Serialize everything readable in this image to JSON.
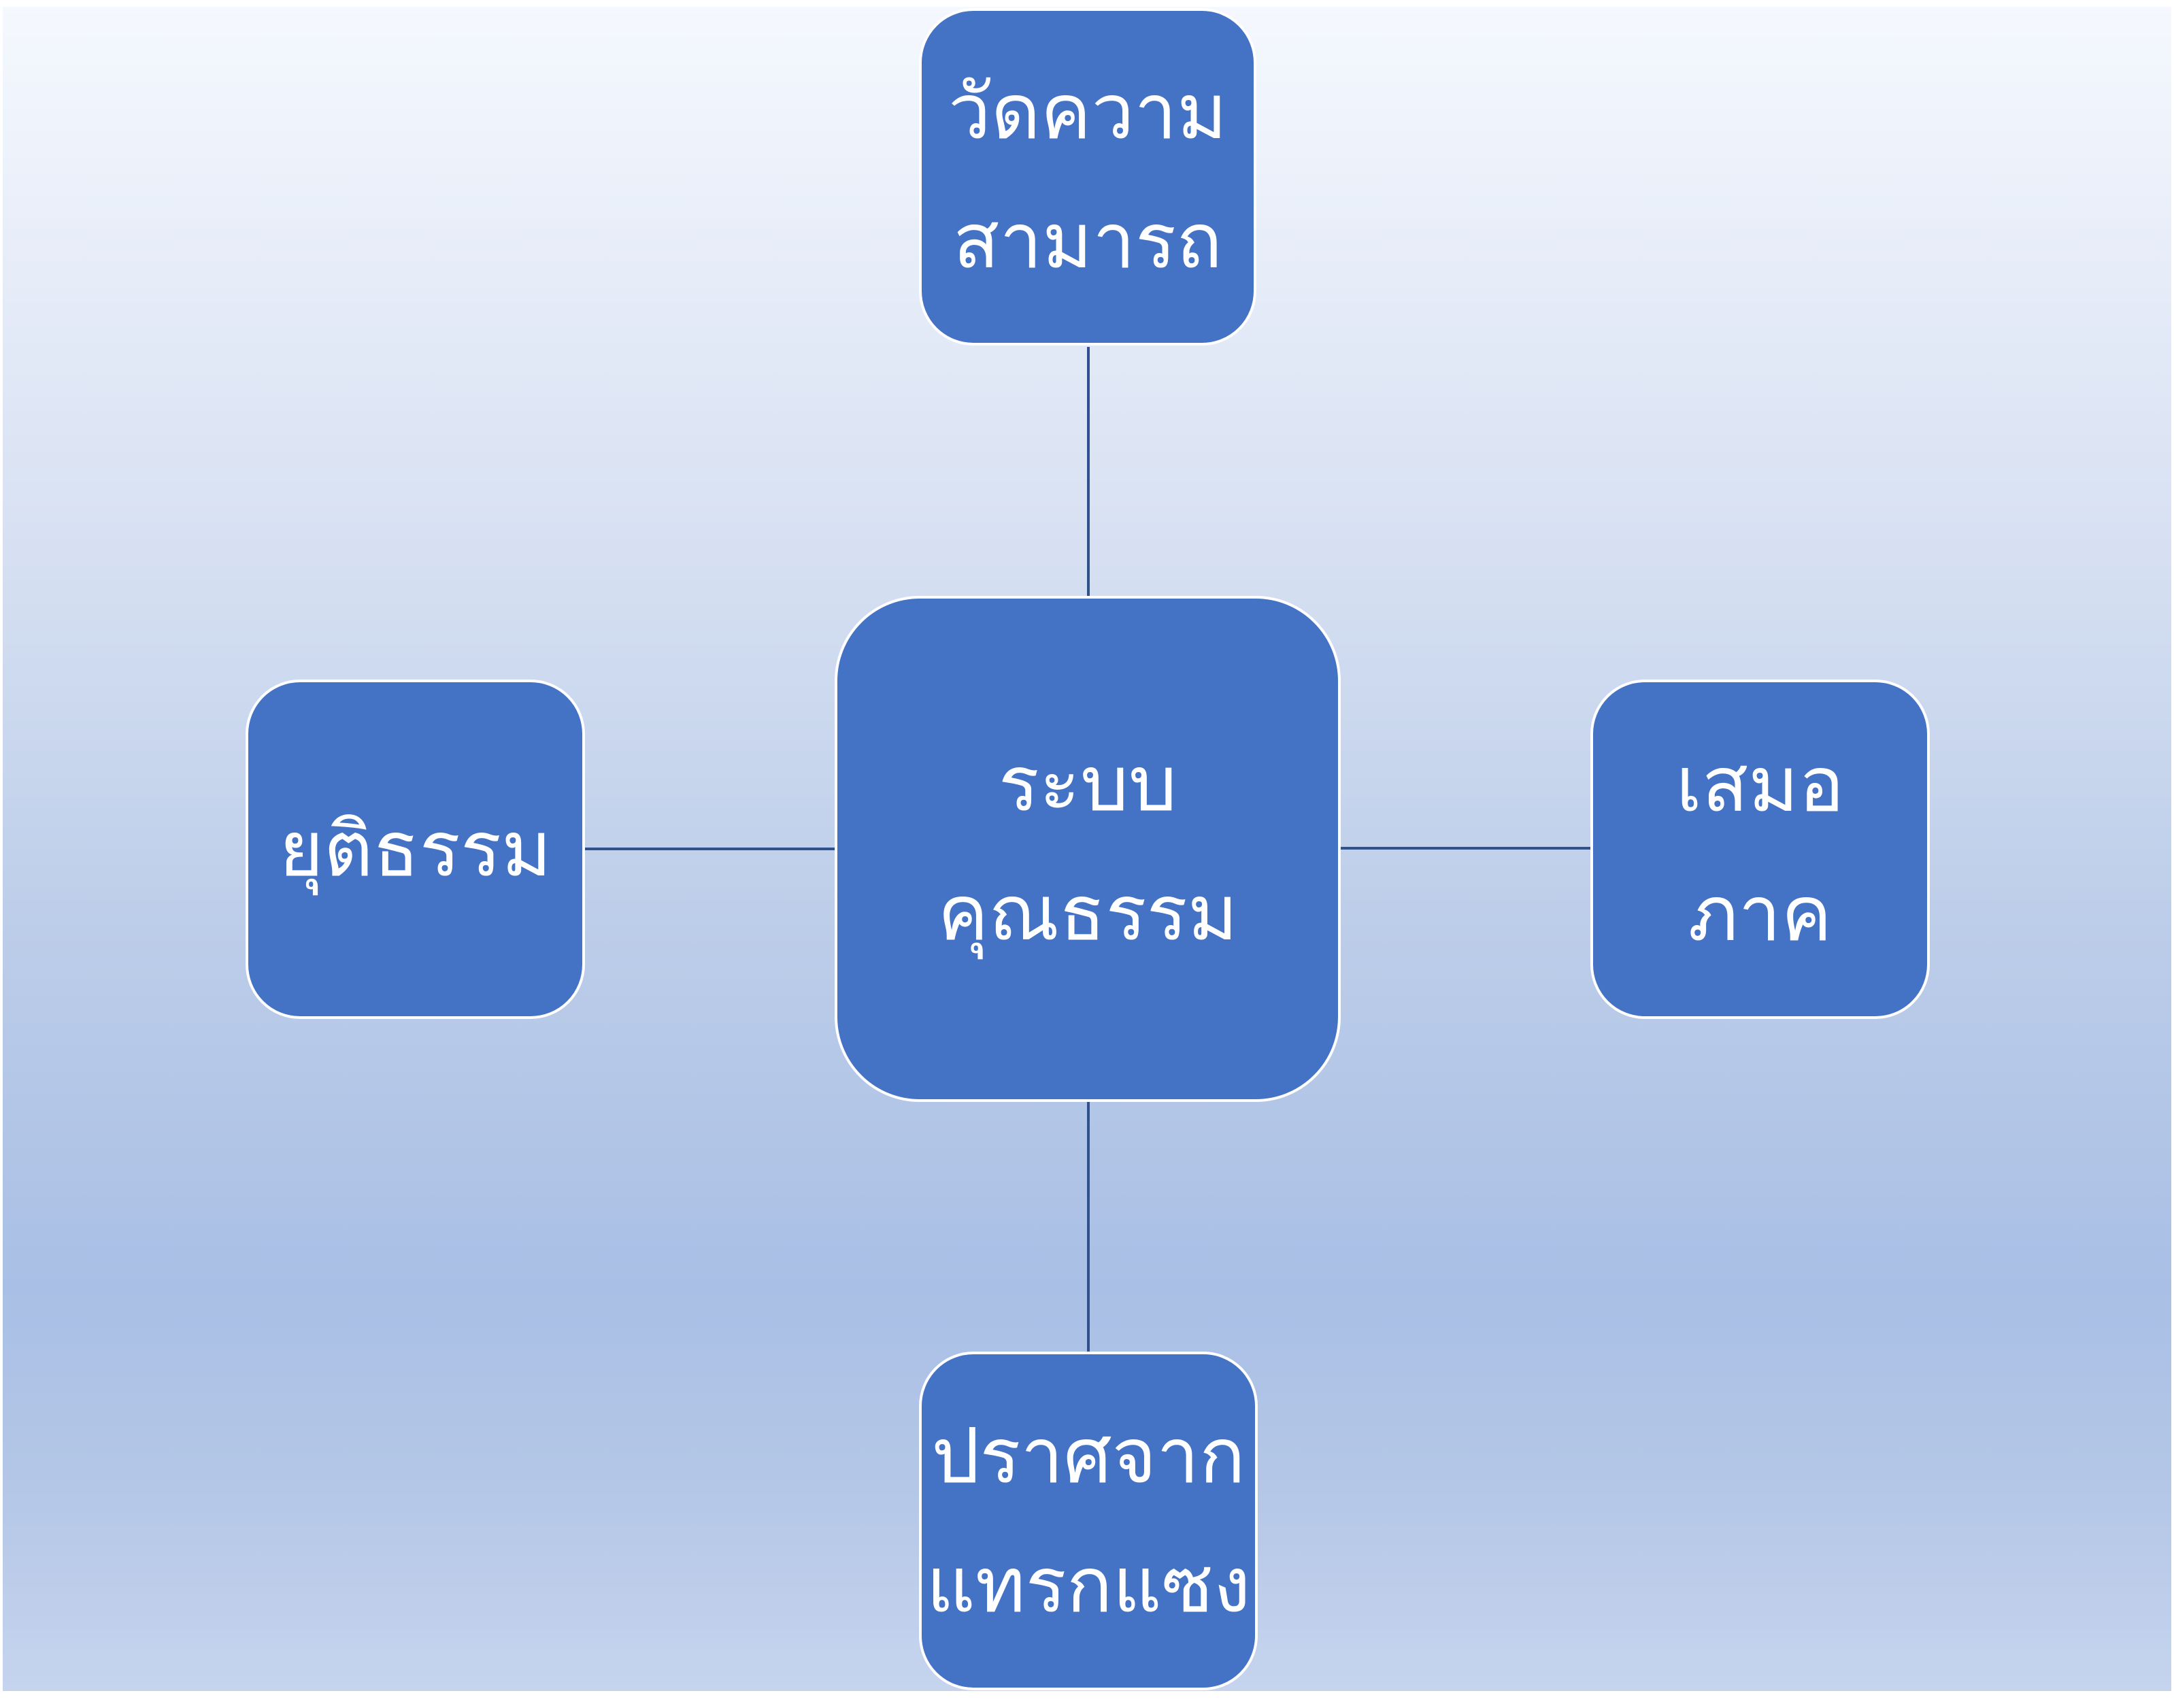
{
  "diagram": {
    "center": {
      "lines": [
        "ระบบ",
        "คุณธรรม"
      ]
    },
    "top": {
      "lines": [
        "วัดความ",
        "สามารถ"
      ]
    },
    "left": {
      "lines": [
        "ยุติธรรม"
      ]
    },
    "right": {
      "lines": [
        "เสมอ",
        "ภาค"
      ]
    },
    "bottom": {
      "lines": [
        "ปราศจาก",
        "แทรกแซง"
      ]
    }
  },
  "colors": {
    "node_fill": "#4472c4",
    "node_border": "#ffffff",
    "connector": "#2f528f"
  }
}
